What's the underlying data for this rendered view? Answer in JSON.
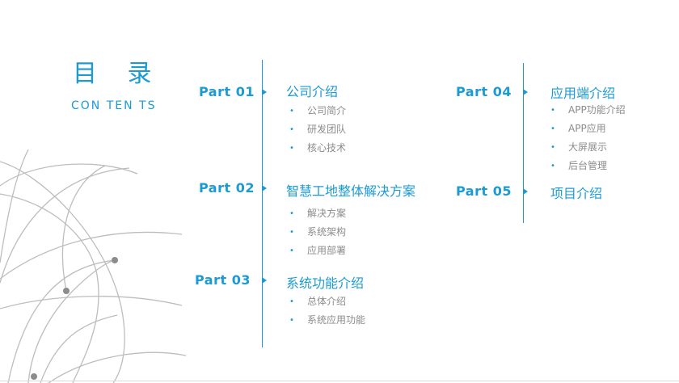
{
  "header": {
    "title": "目 录",
    "subtitle": "CON TEN TS"
  },
  "colors": {
    "accent": "#1b9ad6",
    "muted": "#8c8c8c",
    "decor": "#bdbdbd"
  },
  "left_column": {
    "sections": [
      {
        "part": "Part 01",
        "title": "公司介绍",
        "items": [
          "公司简介",
          "研发团队",
          "核心技术"
        ]
      },
      {
        "part": "Part 02",
        "title": "智慧工地整体解决方案",
        "items": [
          "解决方案",
          "系统架构",
          "应用部署"
        ]
      },
      {
        "part": "Part 03",
        "title": "系统功能介绍",
        "items": [
          "总体介绍",
          "系统应用功能"
        ]
      }
    ]
  },
  "right_column": {
    "sections": [
      {
        "part": "Part 04",
        "title": "应用端介绍",
        "items": [
          "APP功能介绍",
          "APP应用",
          "大屏展示",
          "后台管理"
        ]
      },
      {
        "part": "Part 05",
        "title": "项目介绍",
        "items": []
      }
    ]
  }
}
